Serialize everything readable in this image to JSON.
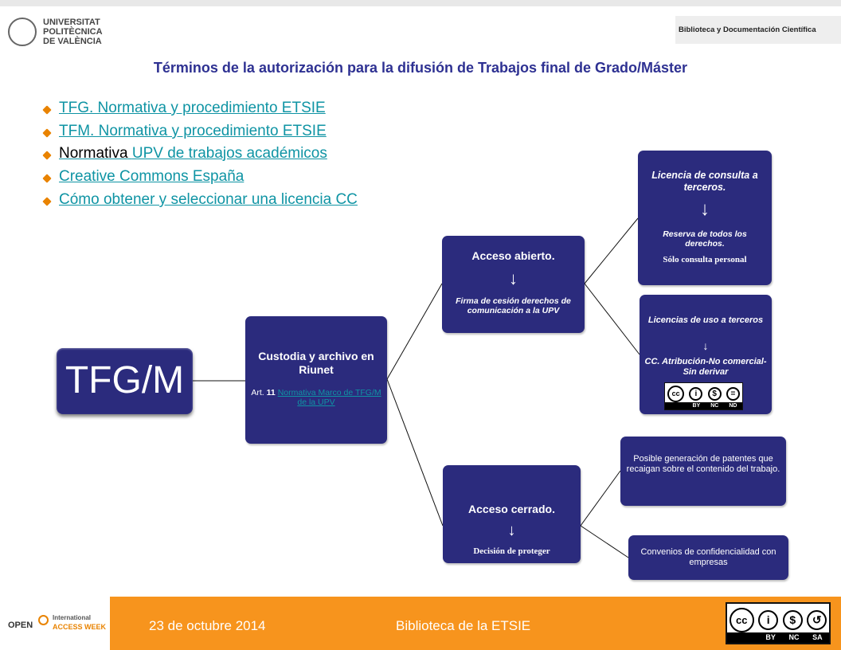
{
  "header": {
    "university_lines": [
      "UNIVERSITAT",
      "POLITÈCNICA",
      "DE VALÈNCIA"
    ],
    "unit_label": "Biblioteca y Documentación Científica"
  },
  "title": "Términos de la autorización para la difusión de Trabajos final de Grado/Máster",
  "links": [
    {
      "text": "TFG. Normativa y procedimiento ETSIE"
    },
    {
      "text": "TFM. Normativa y procedimiento ETSIE"
    },
    {
      "text_black": "Normativa ",
      "text": "UPV de trabajos académicos"
    },
    {
      "text": "Creative Commons España"
    },
    {
      "text": "Cómo obtener y seleccionar una licencia CC"
    }
  ],
  "colors": {
    "title": "#2e3192",
    "box": "#2b2b7d",
    "link": "#0f94a4",
    "bullet": "#e98300",
    "footer": "#f7941d"
  },
  "diagram": {
    "root": "TFG/M",
    "custodia": {
      "title": "Custodia y archivo en Riunet",
      "art_prefix": "Art. ",
      "art_number": "11",
      "art_link": "Normativa Marco de TFG/M de la UPV"
    },
    "abierto": {
      "title": "Acceso abierto.",
      "arrow": "↓",
      "text": "Firma de cesión derechos de comunicación a la UPV"
    },
    "cerrado": {
      "title": "Acceso cerrado.",
      "arrow": "↓",
      "text": "Decisión de proteger"
    },
    "consulta": {
      "title": "Licencia de consulta a terceros.",
      "arrow": "↓",
      "text1": "Reserva de todos los derechos.",
      "text2": "Sólo consulta personal"
    },
    "uso": {
      "title": "Licencias de uso a terceros",
      "arrow": "↓",
      "text": "CC. Atribución-No comercial- Sin derivar",
      "badge": [
        "BY",
        "NC",
        "ND"
      ]
    },
    "patentes": {
      "text": "Posible generación de patentes que recaigan sobre el contenido del trabajo."
    },
    "convenios": {
      "text": "Convenios de confidencialidad con empresas"
    }
  },
  "footer": {
    "oaw_open": "OPEN",
    "oaw_international": "International",
    "oaw_access": "ACCESS WEEK",
    "date": "23 de octubre 2014",
    "library": "Biblioteca de la ETSIE",
    "badge": [
      "BY",
      "NC",
      "SA"
    ]
  }
}
